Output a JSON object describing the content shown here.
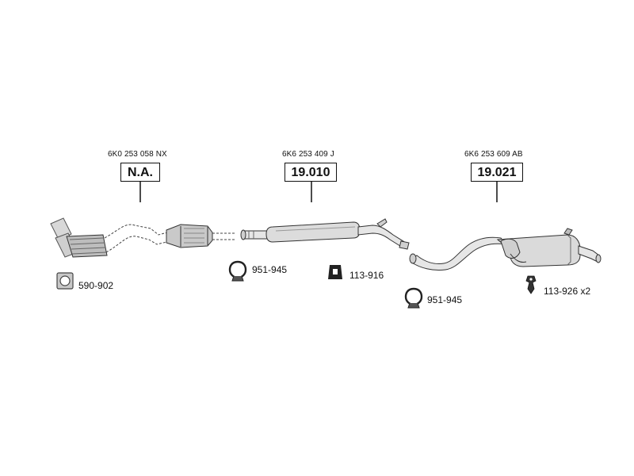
{
  "sections": [
    {
      "oem": "6K0 253 058 NX",
      "ref": "N.A."
    },
    {
      "oem": "6K6 253 409 J",
      "ref": "19.010"
    },
    {
      "oem": "6K6 253 609 AB",
      "ref": "19.021"
    }
  ],
  "parts": [
    {
      "code": "590-902",
      "icon": "gasket-icon"
    },
    {
      "code": "951-945",
      "icon": "pipe-clamp-icon"
    },
    {
      "code": "113-916",
      "icon": "rubber-mount-icon"
    },
    {
      "code": "951-945",
      "icon": "pipe-clamp-icon"
    },
    {
      "code": "113-926 x2",
      "icon": "hanger-icon"
    }
  ]
}
